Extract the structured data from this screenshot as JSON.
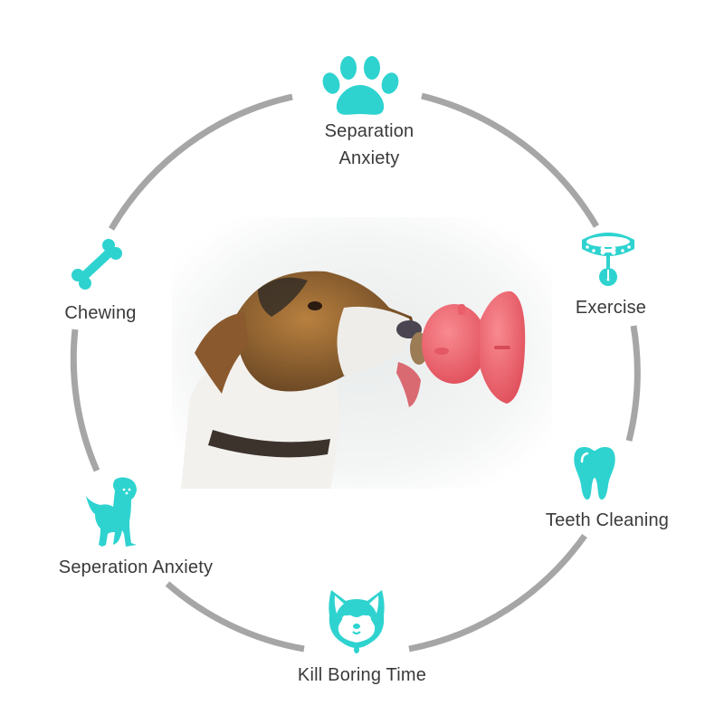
{
  "colors": {
    "accent": "#2ed3d0",
    "ring": "#a6a6a6",
    "text": "#3a3a3a",
    "toy": "#f0606a",
    "background": "#ffffff"
  },
  "center_image": {
    "description": "Jack Russell terrier licking a red pig-shaped suction-cup treat toy stuck to a wall"
  },
  "features": [
    {
      "id": "top",
      "icon": "paw-print-icon",
      "label_line1": "Separation",
      "label_line2": "Anxiety"
    },
    {
      "id": "right-upper",
      "icon": "dog-collar-icon",
      "label": "Exercise"
    },
    {
      "id": "right-lower",
      "icon": "tooth-icon",
      "label": "Teeth Cleaning"
    },
    {
      "id": "bottom",
      "icon": "shiba-dog-face-icon",
      "label": "Kill Boring Time"
    },
    {
      "id": "left-lower",
      "icon": "puppy-silhouette-icon",
      "label": "Seperation Anxiety"
    },
    {
      "id": "left-upper",
      "icon": "bone-icon",
      "label": "Chewing"
    }
  ]
}
